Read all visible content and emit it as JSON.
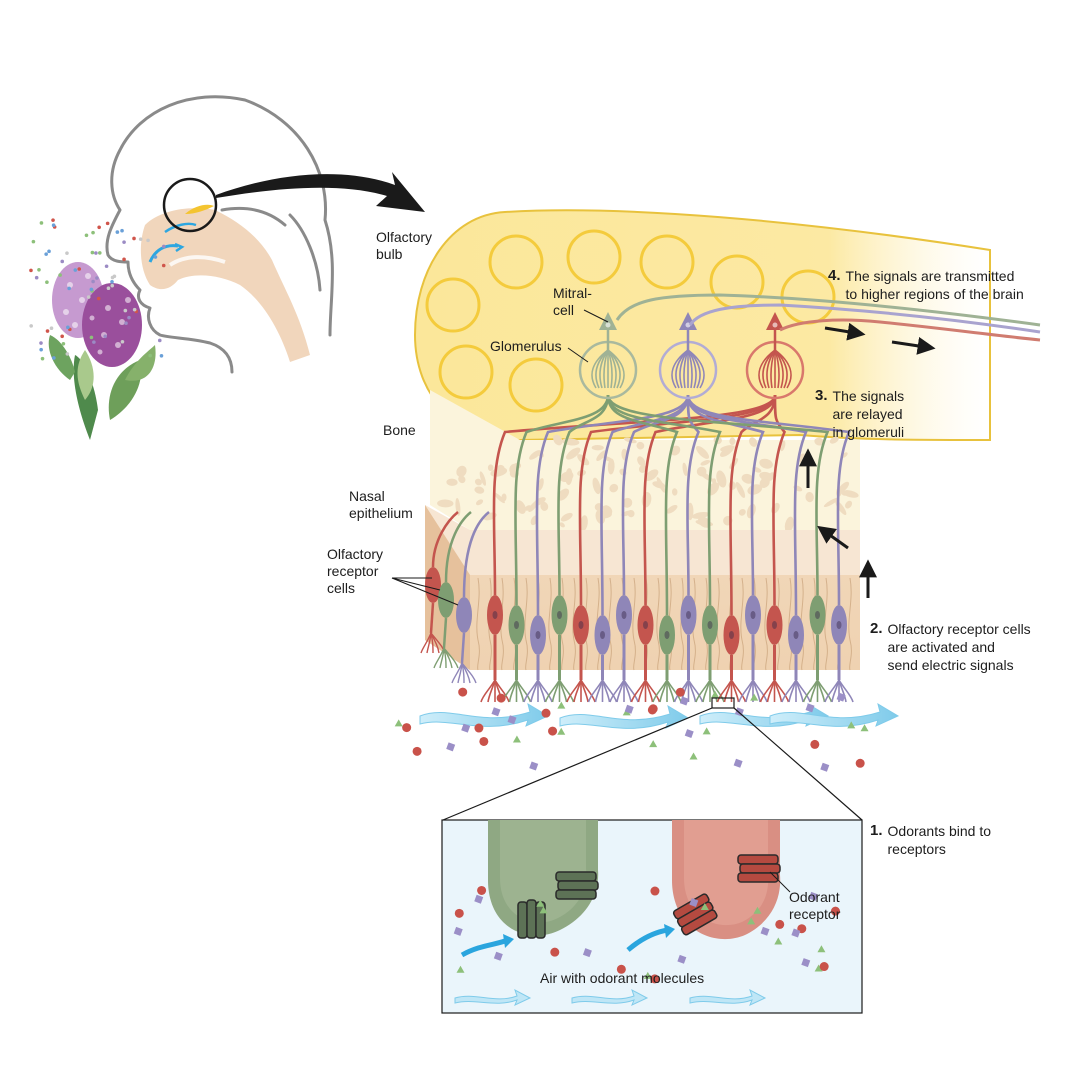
{
  "labels": {
    "olfactory_bulb": "Olfactory\nbulb",
    "mitral_cell": "Mitral-\ncell",
    "glomerulus": "Glomerulus",
    "bone": "Bone",
    "nasal_epithelium": "Nasal\nepithelium",
    "olfactory_receptor_cells": "Olfactory\nreceptor\ncells",
    "odorant_receptor": "Odorant\nreceptor",
    "air_with_odorants": "Air with odorant molecules"
  },
  "steps": [
    {
      "number": "1.",
      "text": "Odorants bind to\nreceptors"
    },
    {
      "number": "2.",
      "text": "Olfactory receptor cells\nare activated and\nsend electric signals"
    },
    {
      "number": "3.",
      "text": "The signals\nare relayed\nin glomeruli"
    },
    {
      "number": "4.",
      "text": "The signals are transmitted\nto higher regions of the brain"
    }
  ],
  "colors": {
    "bulb": "#fbe79a",
    "bulb_circle": "#f6cf4a",
    "bone": "#fbf4dc",
    "epithelium": "#f3dcc0",
    "cell_red": "#c4554e",
    "cell_green": "#7e9e72",
    "cell_purple": "#8f86b8",
    "air_arrow": "#9fd8f0",
    "inset_bg": "#eaf5fb",
    "head_line": "#8a8a8a",
    "nasal_fill": "#f1d6bc"
  },
  "icons": [
    "lilac-flower-icon",
    "head-profile-icon",
    "magnifier-circle-icon",
    "curved-arrow-icon"
  ]
}
